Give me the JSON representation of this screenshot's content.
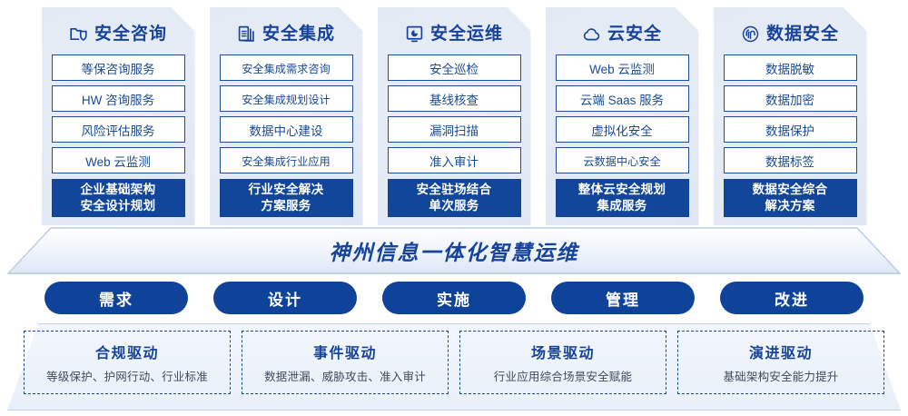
{
  "panels": [
    {
      "icon": "folder-shield-icon",
      "title": "安全咨询",
      "items": [
        "等保咨询服务",
        "HW 咨询服务",
        "风险评估服务",
        "Web 云监测"
      ],
      "summary_line1": "企业基础架构",
      "summary_line2": "安全设计规划"
    },
    {
      "icon": "stacked-documents-icon",
      "title": "安全集成",
      "items": [
        "安全集成需求咨询",
        "安全集成规划设计",
        "数据中心建设",
        "安全集成行业应用"
      ],
      "summary_line1": "行业安全解决",
      "summary_line2": "方案服务"
    },
    {
      "icon": "monitor-chart-icon",
      "title": "安全运维",
      "items": [
        "安全巡检",
        "基线核查",
        "漏洞扫描",
        "准入审计"
      ],
      "summary_line1": "安全驻场结合",
      "summary_line2": "单次服务"
    },
    {
      "icon": "cloud-icon",
      "title": "云安全",
      "items": [
        "Web 云监测",
        "云端 Saas 服务",
        "虚拟化安全",
        "云数据中心安全"
      ],
      "summary_line1": "整体云安全规划",
      "summary_line2": "集成服务"
    },
    {
      "icon": "fingerprint-icon",
      "title": "数据安全",
      "items": [
        "数据脱敏",
        "数据加密",
        "数据保护",
        "数据标签"
      ],
      "summary_line1": "数据安全综合",
      "summary_line2": "解决方案"
    }
  ],
  "band": {
    "title": "神州信息一体化智慧运维"
  },
  "pills": [
    "需求",
    "设计",
    "实施",
    "管理",
    "改进"
  ],
  "drivers": [
    {
      "title": "合规驱动",
      "sub": "等级保护、护网行动、行业标准"
    },
    {
      "title": "事件驱动",
      "sub": "数据泄漏、威胁攻击、准入审计"
    },
    {
      "title": "场景驱动",
      "sub": "行业应用综合场景安全赋能"
    },
    {
      "title": "演进驱动",
      "sub": "基础架构安全能力提升"
    }
  ],
  "colors": {
    "brand_blue": "#17449a",
    "deep_blue": "#11469a",
    "pill_blue": "#0e4399",
    "panel_bg": "#e3eaf4",
    "item_border": "#1e4f97"
  }
}
